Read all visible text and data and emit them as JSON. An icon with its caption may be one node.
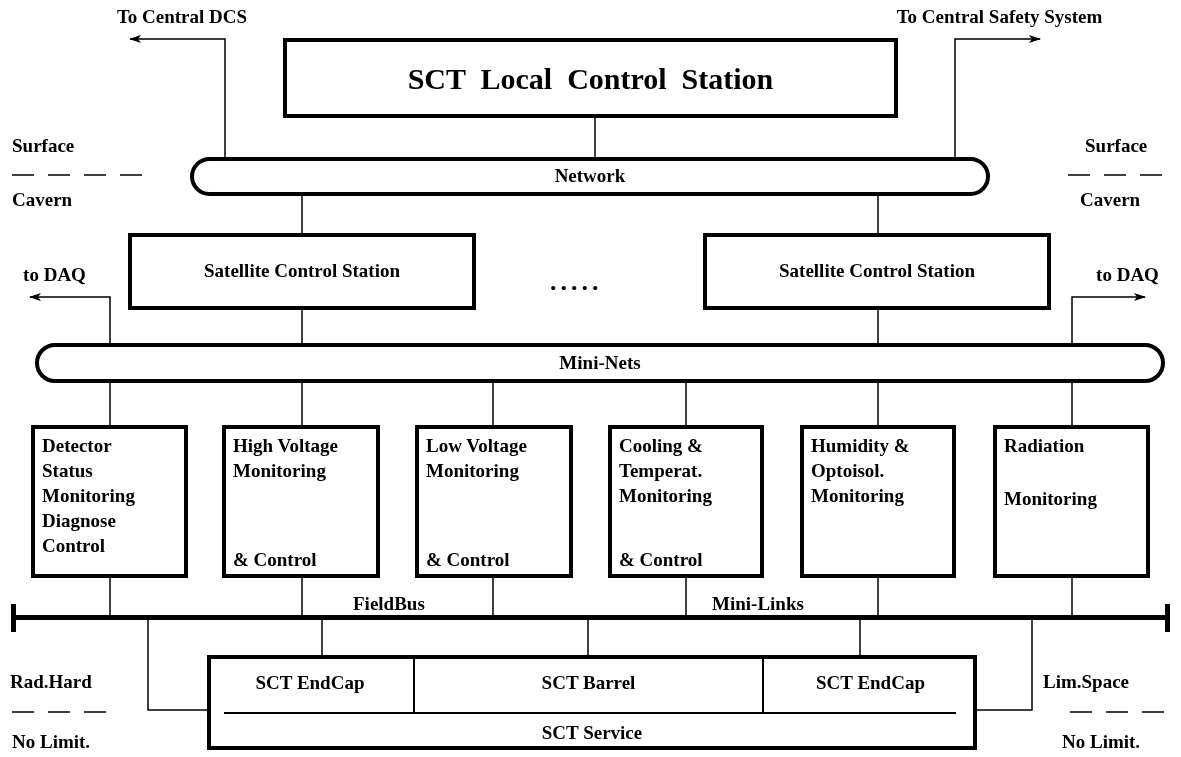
{
  "diagram": {
    "nodes": [
      {
        "text": [
          "SCT  Local  Control  Station"
        ]
      },
      {
        "text": [
          "Network"
        ]
      },
      {
        "text": [
          "Satellite Control Station"
        ]
      },
      {
        "text": [
          "Satellite Control Station"
        ]
      },
      {
        "text": [
          "Mini-Nets"
        ]
      },
      {
        "text": [
          "Detector Status Monitoring Diagnose Control"
        ]
      },
      {
        "text": [
          "High Voltage Monitoring",
          "& Control"
        ]
      },
      {
        "text": [
          "Low Voltage Monitoring",
          "& Control"
        ]
      },
      {
        "text": [
          "Cooling & Temperat. Monitoring",
          "& Control"
        ]
      },
      {
        "text": [
          "Humidity & Optoisol. Monitoring"
        ]
      },
      {
        "text": [
          "Radiation",
          "Monitoring"
        ]
      },
      {
        "text": [],
        "shape": "bar"
      },
      {
        "text": [
          "SCT Service"
        ]
      },
      {
        "text": [
          "SCT EndCap"
        ],
        "in": 12
      },
      {
        "text": [
          "SCT Barrel"
        ],
        "in": 12
      },
      {
        "text": [
          "SCT EndCap"
        ],
        "in": 12
      },
      {
        "text": [
          "To Central DCS"
        ]
      },
      {
        "text": [
          "To Central Safety System"
        ]
      },
      {
        "text": [
          "to DAQ"
        ]
      },
      {
        "text": [
          "to DAQ"
        ]
      }
    ],
    "edges": [
      {
        "from": 0,
        "to": 1,
        "arrow": "none"
      },
      {
        "from": 1,
        "to": 16,
        "arrow": "to"
      },
      {
        "from": 1,
        "to": 17,
        "arrow": "to"
      },
      {
        "from": 1,
        "to": 2,
        "arrow": "none"
      },
      {
        "from": 1,
        "to": 3,
        "arrow": "none"
      },
      {
        "from": 2,
        "to": 4,
        "arrow": "none"
      },
      {
        "from": 3,
        "to": 4,
        "arrow": "none"
      },
      {
        "from": 4,
        "to": 18,
        "arrow": "to"
      },
      {
        "from": 4,
        "to": 19,
        "arrow": "to"
      },
      {
        "from": 4,
        "to": 5,
        "arrow": "none"
      },
      {
        "from": 4,
        "to": 6,
        "arrow": "none"
      },
      {
        "from": 4,
        "to": 7,
        "arrow": "none"
      },
      {
        "from": 4,
        "to": 8,
        "arrow": "none"
      },
      {
        "from": 4,
        "to": 9,
        "arrow": "none"
      },
      {
        "from": 4,
        "to": 10,
        "arrow": "none"
      },
      {
        "from": 5,
        "to": 11,
        "arrow": "none"
      },
      {
        "from": 6,
        "to": 11,
        "arrow": "none"
      },
      {
        "from": 7,
        "to": 11,
        "arrow": "none"
      },
      {
        "from": 8,
        "to": 11,
        "arrow": "none"
      },
      {
        "from": 9,
        "to": 11,
        "arrow": "none"
      },
      {
        "from": 10,
        "to": 11,
        "arrow": "none"
      },
      {
        "from": 11,
        "to": 12,
        "arrow": "none"
      },
      {
        "from": 11,
        "to": 13,
        "arrow": "none"
      },
      {
        "from": 11,
        "to": 14,
        "arrow": "none"
      },
      {
        "from": 11,
        "to": 15,
        "arrow": "none"
      },
      {
        "from": 11,
        "to": 12,
        "arrow": "none"
      }
    ],
    "labels": [
      "Surface",
      "Surface",
      "Cavern",
      "Cavern",
      ".....",
      "FieldBus",
      "Mini-Links",
      "Rad.Hard",
      "Lim.Space",
      "No Limit.",
      "No Limit."
    ]
  }
}
